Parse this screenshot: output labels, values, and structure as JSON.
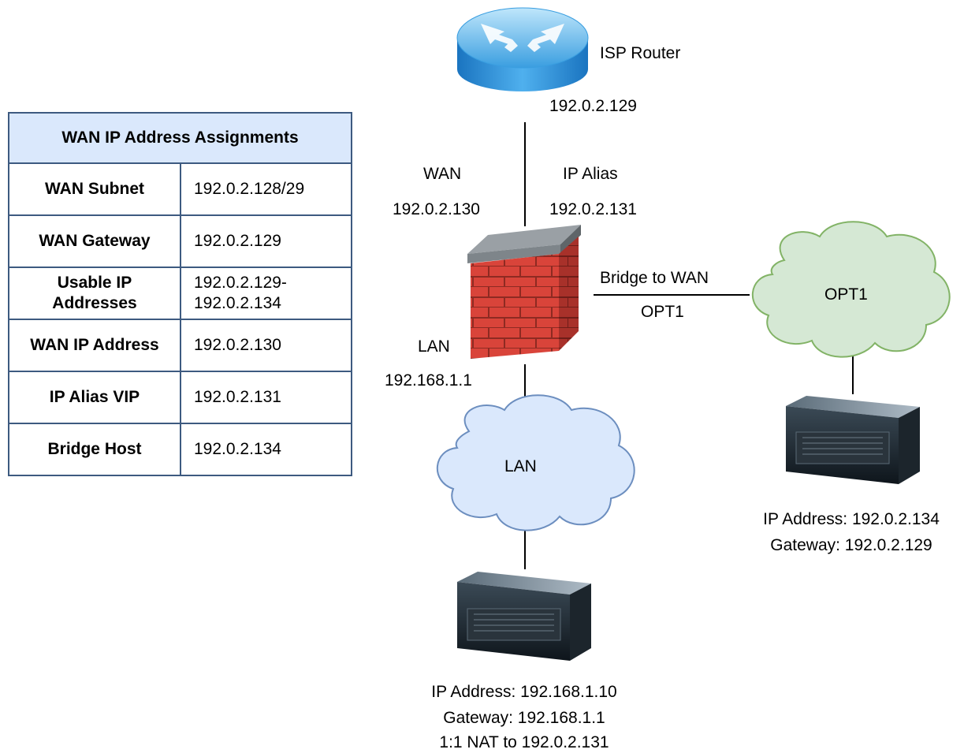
{
  "table": {
    "title": "WAN IP Address Assignments",
    "rows": [
      {
        "label": "WAN Subnet",
        "value": "192.0.2.128/29"
      },
      {
        "label": "WAN Gateway",
        "value": "192.0.2.129"
      },
      {
        "label": "Usable IP Addresses",
        "value": "192.0.2.129-192.0.2.134"
      },
      {
        "label": "WAN IP Address",
        "value": "192.0.2.130"
      },
      {
        "label": "IP Alias VIP",
        "value": "192.0.2.131"
      },
      {
        "label": "Bridge Host",
        "value": "192.0.2.134"
      }
    ]
  },
  "router": {
    "name": "ISP Router",
    "ip": "192.0.2.129"
  },
  "wan": {
    "label": "WAN",
    "ip": "192.0.2.130"
  },
  "alias": {
    "label": "IP Alias",
    "ip": "192.0.2.131"
  },
  "lan_iface": {
    "label": "LAN",
    "ip": "192.168.1.1"
  },
  "bridge": {
    "label": "Bridge to WAN",
    "iface": "OPT1"
  },
  "clouds": {
    "opt1": "OPT1",
    "lan": "LAN"
  },
  "opt1_host": {
    "line1": "IP Address: 192.0.2.134",
    "line2": "Gateway: 192.0.2.129"
  },
  "lan_host": {
    "line1": "IP Address: 192.168.1.10",
    "line2": "Gateway: 192.168.1.1",
    "line3": "1:1 NAT to 192.0.2.131"
  },
  "colors": {
    "table_border": "#3d5a80",
    "table_header": "#dae8fc",
    "lan_cloud": "#dae8fc",
    "opt1_cloud": "#d5e8d4",
    "brick": "#c0392b"
  }
}
